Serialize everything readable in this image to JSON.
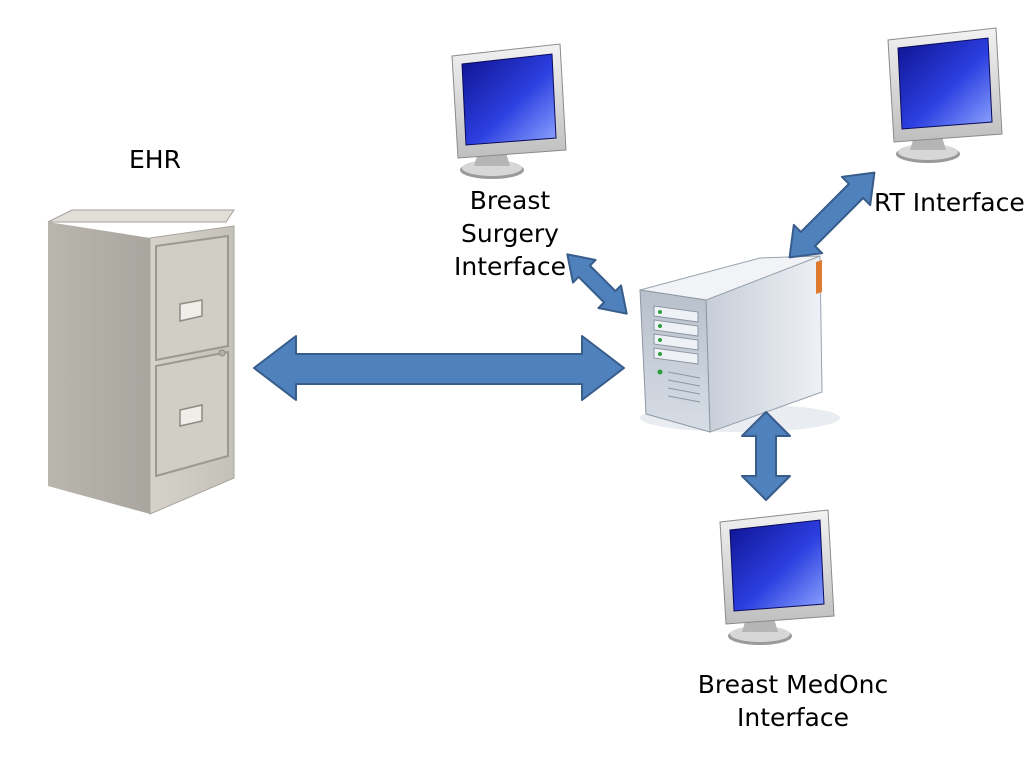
{
  "nodes": {
    "ehr": {
      "label": "EHR"
    },
    "breast_surgery": {
      "label_lines": [
        "Breast",
        "Surgery",
        "Interface"
      ]
    },
    "rt": {
      "label": "RT Interface"
    },
    "breast_medonc": {
      "label_lines": [
        "Breast MedOnc",
        "Interface"
      ]
    },
    "server": {
      "label": ""
    }
  },
  "connections": [
    {
      "from": "ehr",
      "to": "server",
      "style": "bidirectional"
    },
    {
      "from": "breast_surgery",
      "to": "server",
      "style": "bidirectional"
    },
    {
      "from": "rt",
      "to": "server",
      "style": "bidirectional"
    },
    {
      "from": "breast_medonc",
      "to": "server",
      "style": "bidirectional"
    }
  ],
  "colors": {
    "arrow_fill": "#4f81bd",
    "arrow_stroke": "#385d8a",
    "screen": "#2a35c8",
    "cabinet": "#cfccc4",
    "server_body": "#dde3ea"
  }
}
